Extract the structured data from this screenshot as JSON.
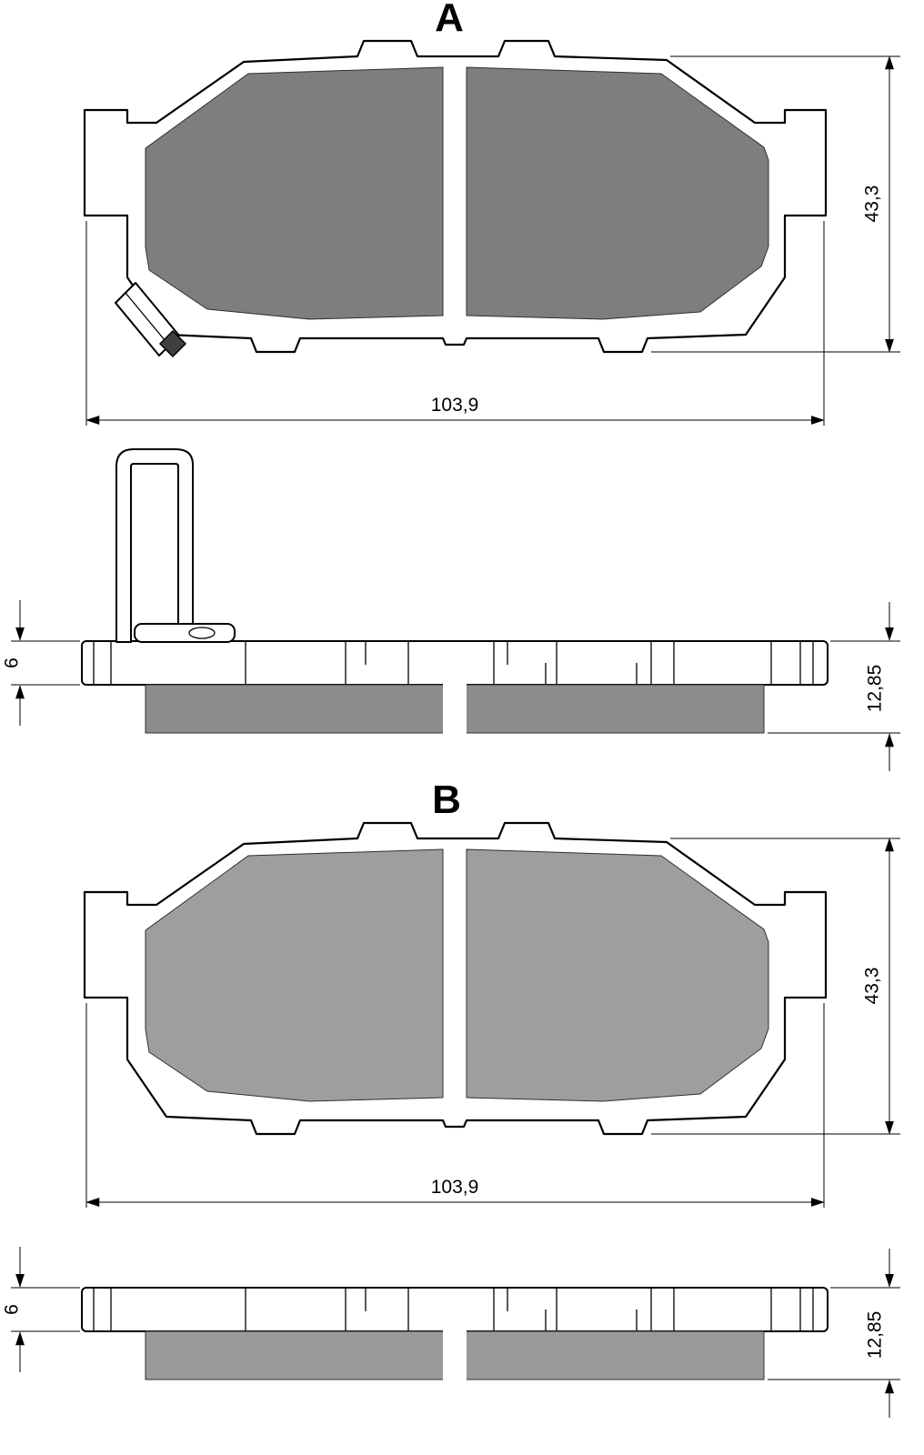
{
  "page": {
    "background": "#ffffff"
  },
  "diagram": {
    "view_a": {
      "label": "A",
      "dims": {
        "width": "103,9",
        "height": "43,3",
        "backing_thickness": "6",
        "total_thickness": "12,85"
      }
    },
    "view_b": {
      "label": "B",
      "dims": {
        "width": "103,9",
        "height": "43,3",
        "backing_thickness": "6",
        "total_thickness": "12,85"
      }
    },
    "colors": {
      "outline": "#000000",
      "friction_a": "#7e7e7e",
      "friction_b": "#9e9e9e",
      "friction_side_a": "#8c8c8c",
      "friction_side_b": "#9a9a9a"
    }
  }
}
